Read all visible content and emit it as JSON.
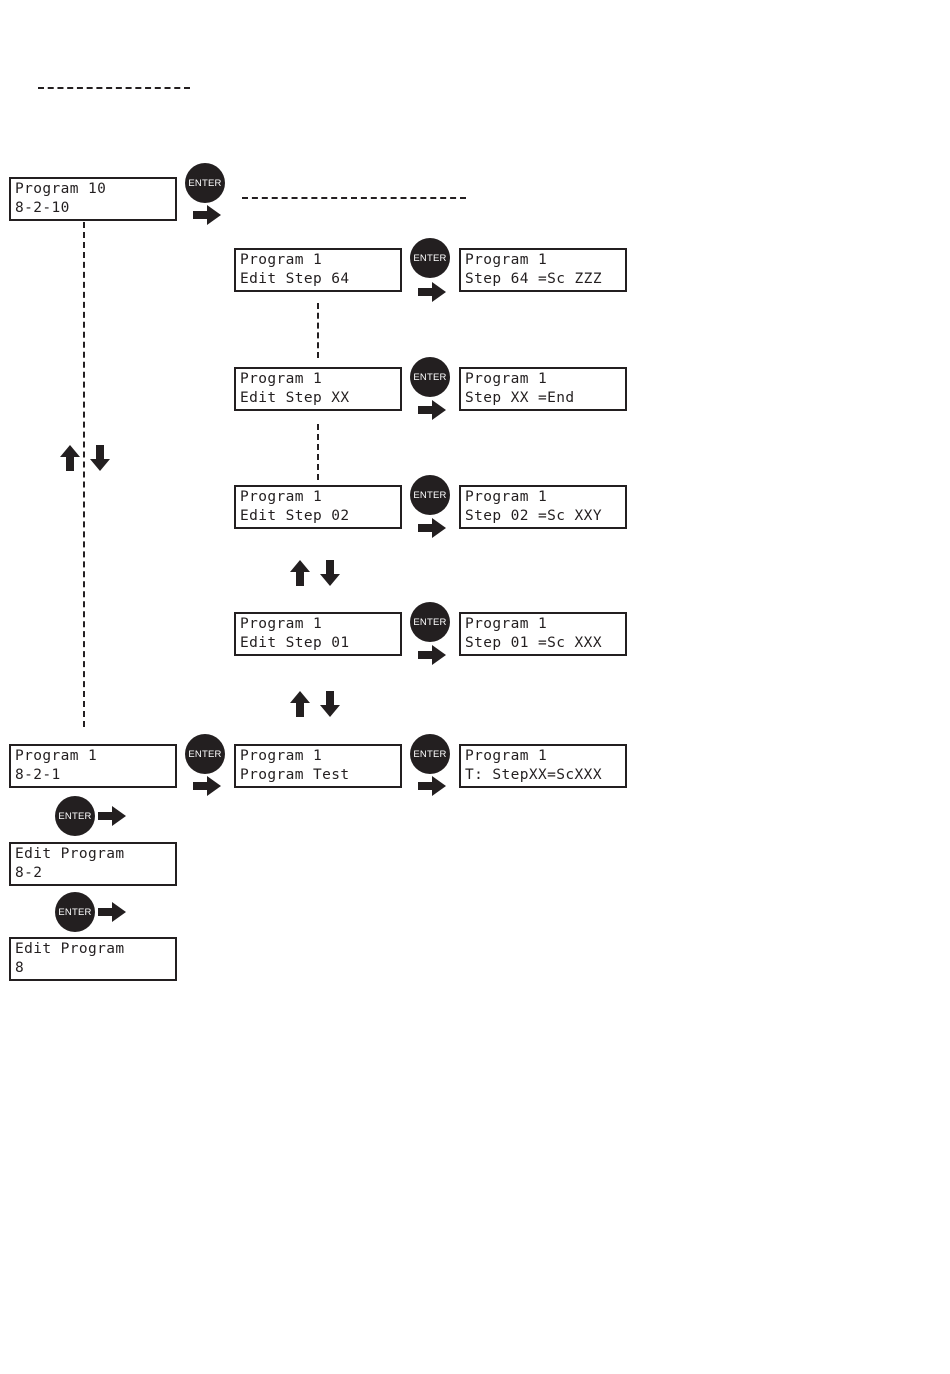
{
  "enter_label": "ENTER",
  "screens": {
    "prog10": [
      "Program 10",
      "8-2-10"
    ],
    "edit64": [
      "Program 1",
      "Edit Step 64"
    ],
    "res64": [
      "Program 1",
      "Step 64 =Sc ZZZ"
    ],
    "editxx": [
      "Program 1",
      "Edit Step XX"
    ],
    "resxx": [
      "Program 1",
      "Step XX =End"
    ],
    "edit02": [
      "Program 1",
      "Edit Step 02"
    ],
    "res02": [
      "Program 1",
      "Step 02 =Sc XXY"
    ],
    "edit01": [
      "Program 1",
      "Edit Step 01"
    ],
    "res01": [
      "Program 1",
      "Step 01 =Sc XXX"
    ],
    "prog1": [
      "Program 1",
      "8-2-1"
    ],
    "progtest": [
      "Program 1",
      "Program Test"
    ],
    "restest": [
      "Program 1",
      "T: StepXX=ScXXX"
    ],
    "editprog82": [
      "Edit Program",
      "8-2"
    ],
    "editprog8": [
      "Edit Program",
      "8"
    ]
  }
}
